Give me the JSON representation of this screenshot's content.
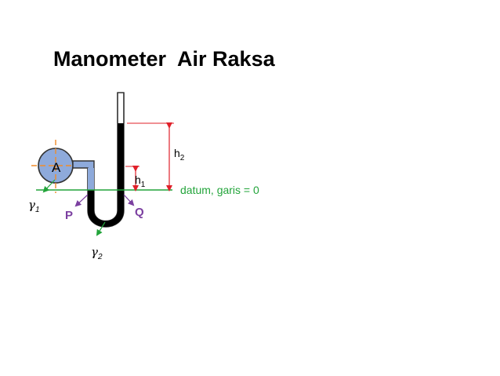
{
  "title": "Manometer  Air Raksa",
  "labels": {
    "vessel": "A",
    "h1": "h",
    "h1_sub": "1",
    "h2": "h",
    "h2_sub": "2",
    "datum": "datum, garis = 0",
    "point_p": "P",
    "point_q": "Q",
    "gamma1": "γ",
    "gamma1_sub": "1",
    "gamma2": "γ",
    "gamma2_sub": "2"
  },
  "colors": {
    "dimension_line": "#e0202a",
    "datum_line": "#22a43a",
    "datum_text": "#22a43a",
    "pressure_arrow": "#7b3fa0",
    "point_label": "#7b3fa0",
    "fluid_arrow": "#22a43a",
    "vessel_fill": "#8eaadb",
    "mercury": "#000000",
    "center_mark": "#f08c2a"
  }
}
